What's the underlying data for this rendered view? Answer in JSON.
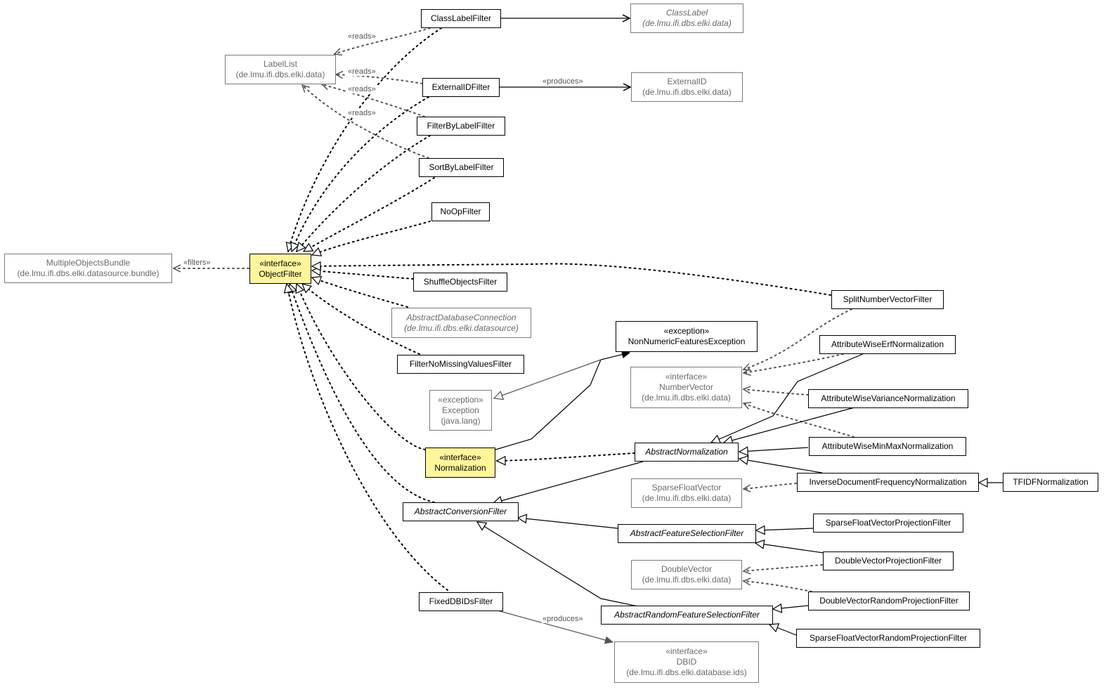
{
  "nodes": {
    "class_label_filter": {
      "name": "ClassLabelFilter"
    },
    "class_label": {
      "name": "ClassLabel",
      "pkg": "(de.lmu.ifi.dbs.elki.data)"
    },
    "label_list": {
      "name": "LabelList",
      "pkg": "(de.lmu.ifi.dbs.elki.data)"
    },
    "external_id_filter": {
      "name": "ExternalIDFilter"
    },
    "external_id": {
      "name": "ExternalID",
      "pkg": "(de.lmu.ifi.dbs.elki.data)"
    },
    "filter_by_label_filter": {
      "name": "FilterByLabelFilter"
    },
    "sort_by_label_filter": {
      "name": "SortByLabelFilter"
    },
    "noop_filter": {
      "name": "NoOpFilter"
    },
    "multiple_objects_bundle": {
      "name": "MultipleObjectsBundle",
      "pkg": "(de.lmu.ifi.dbs.elki.datasource.bundle)"
    },
    "object_filter": {
      "stereo": "«interface»",
      "name": "ObjectFilter"
    },
    "shuffle_objects_filter": {
      "name": "ShuffleObjectsFilter"
    },
    "split_number_vector_filter": {
      "name": "SplitNumberVectorFilter"
    },
    "abstract_database_connection": {
      "name": "AbstractDatabaseConnection",
      "pkg": "(de.lmu.ifi.dbs.elki.datasource)"
    },
    "non_numeric_features_exception": {
      "stereo": "«exception»",
      "name": "NonNumericFeaturesException"
    },
    "filter_no_missing_values_filter": {
      "name": "FilterNoMissingValuesFilter"
    },
    "attribute_wise_erf_normalization": {
      "name": "AttributeWiseErfNormalization"
    },
    "number_vector": {
      "stereo": "«interface»",
      "name": "NumberVector",
      "pkg": "(de.lmu.ifi.dbs.elki.data)"
    },
    "exception": {
      "stereo": "«exception»",
      "name": "Exception",
      "pkg": "(java.lang)"
    },
    "attribute_wise_variance_normalization": {
      "name": "AttributeWiseVarianceNormalization"
    },
    "normalization": {
      "stereo": "«interface»",
      "name": "Normalization"
    },
    "abstract_normalization": {
      "name": "AbstractNormalization"
    },
    "attribute_wise_minmax_normalization": {
      "name": "AttributeWiseMinMaxNormalization"
    },
    "sparse_float_vector": {
      "name": "SparseFloatVector",
      "pkg": "(de.lmu.ifi.dbs.elki.data)"
    },
    "inverse_document_frequency_normalization": {
      "name": "InverseDocumentFrequencyNormalization"
    },
    "tfidf_normalization": {
      "name": "TFIDFNormalization"
    },
    "abstract_conversion_filter": {
      "name": "AbstractConversionFilter"
    },
    "abstract_feature_selection_filter": {
      "name": "AbstractFeatureSelectionFilter"
    },
    "sparse_float_vector_projection_filter": {
      "name": "SparseFloatVectorProjectionFilter"
    },
    "double_vector": {
      "name": "DoubleVector",
      "pkg": "(de.lmu.ifi.dbs.elki.data)"
    },
    "double_vector_projection_filter": {
      "name": "DoubleVectorProjectionFilter"
    },
    "fixed_dbids_filter": {
      "name": "FixedDBIDsFilter"
    },
    "double_vector_random_projection_filter": {
      "name": "DoubleVectorRandomProjectionFilter"
    },
    "abstract_random_feature_selection_filter": {
      "name": "AbstractRandomFeatureSelectionFilter"
    },
    "sparse_float_vector_random_projection_filter": {
      "name": "SparseFloatVectorRandomProjectionFilter"
    },
    "dbid": {
      "stereo": "«interface»",
      "name": "DBID",
      "pkg": "(de.lmu.ifi.dbs.elki.database.ids)"
    }
  },
  "edge_labels": {
    "reads_1": "«reads»",
    "reads_2": "«reads»",
    "reads_3": "«reads»",
    "reads_4": "«reads»",
    "produces_1": "«produces»",
    "filters": "«filters»",
    "produces_2": "«produces»"
  },
  "colors": {
    "highlight": "#fff69c",
    "main_border": "#000000",
    "external_border": "#7a7a7a",
    "external_text": "#6a6a6a",
    "edge_gray": "#5a5a5a"
  }
}
